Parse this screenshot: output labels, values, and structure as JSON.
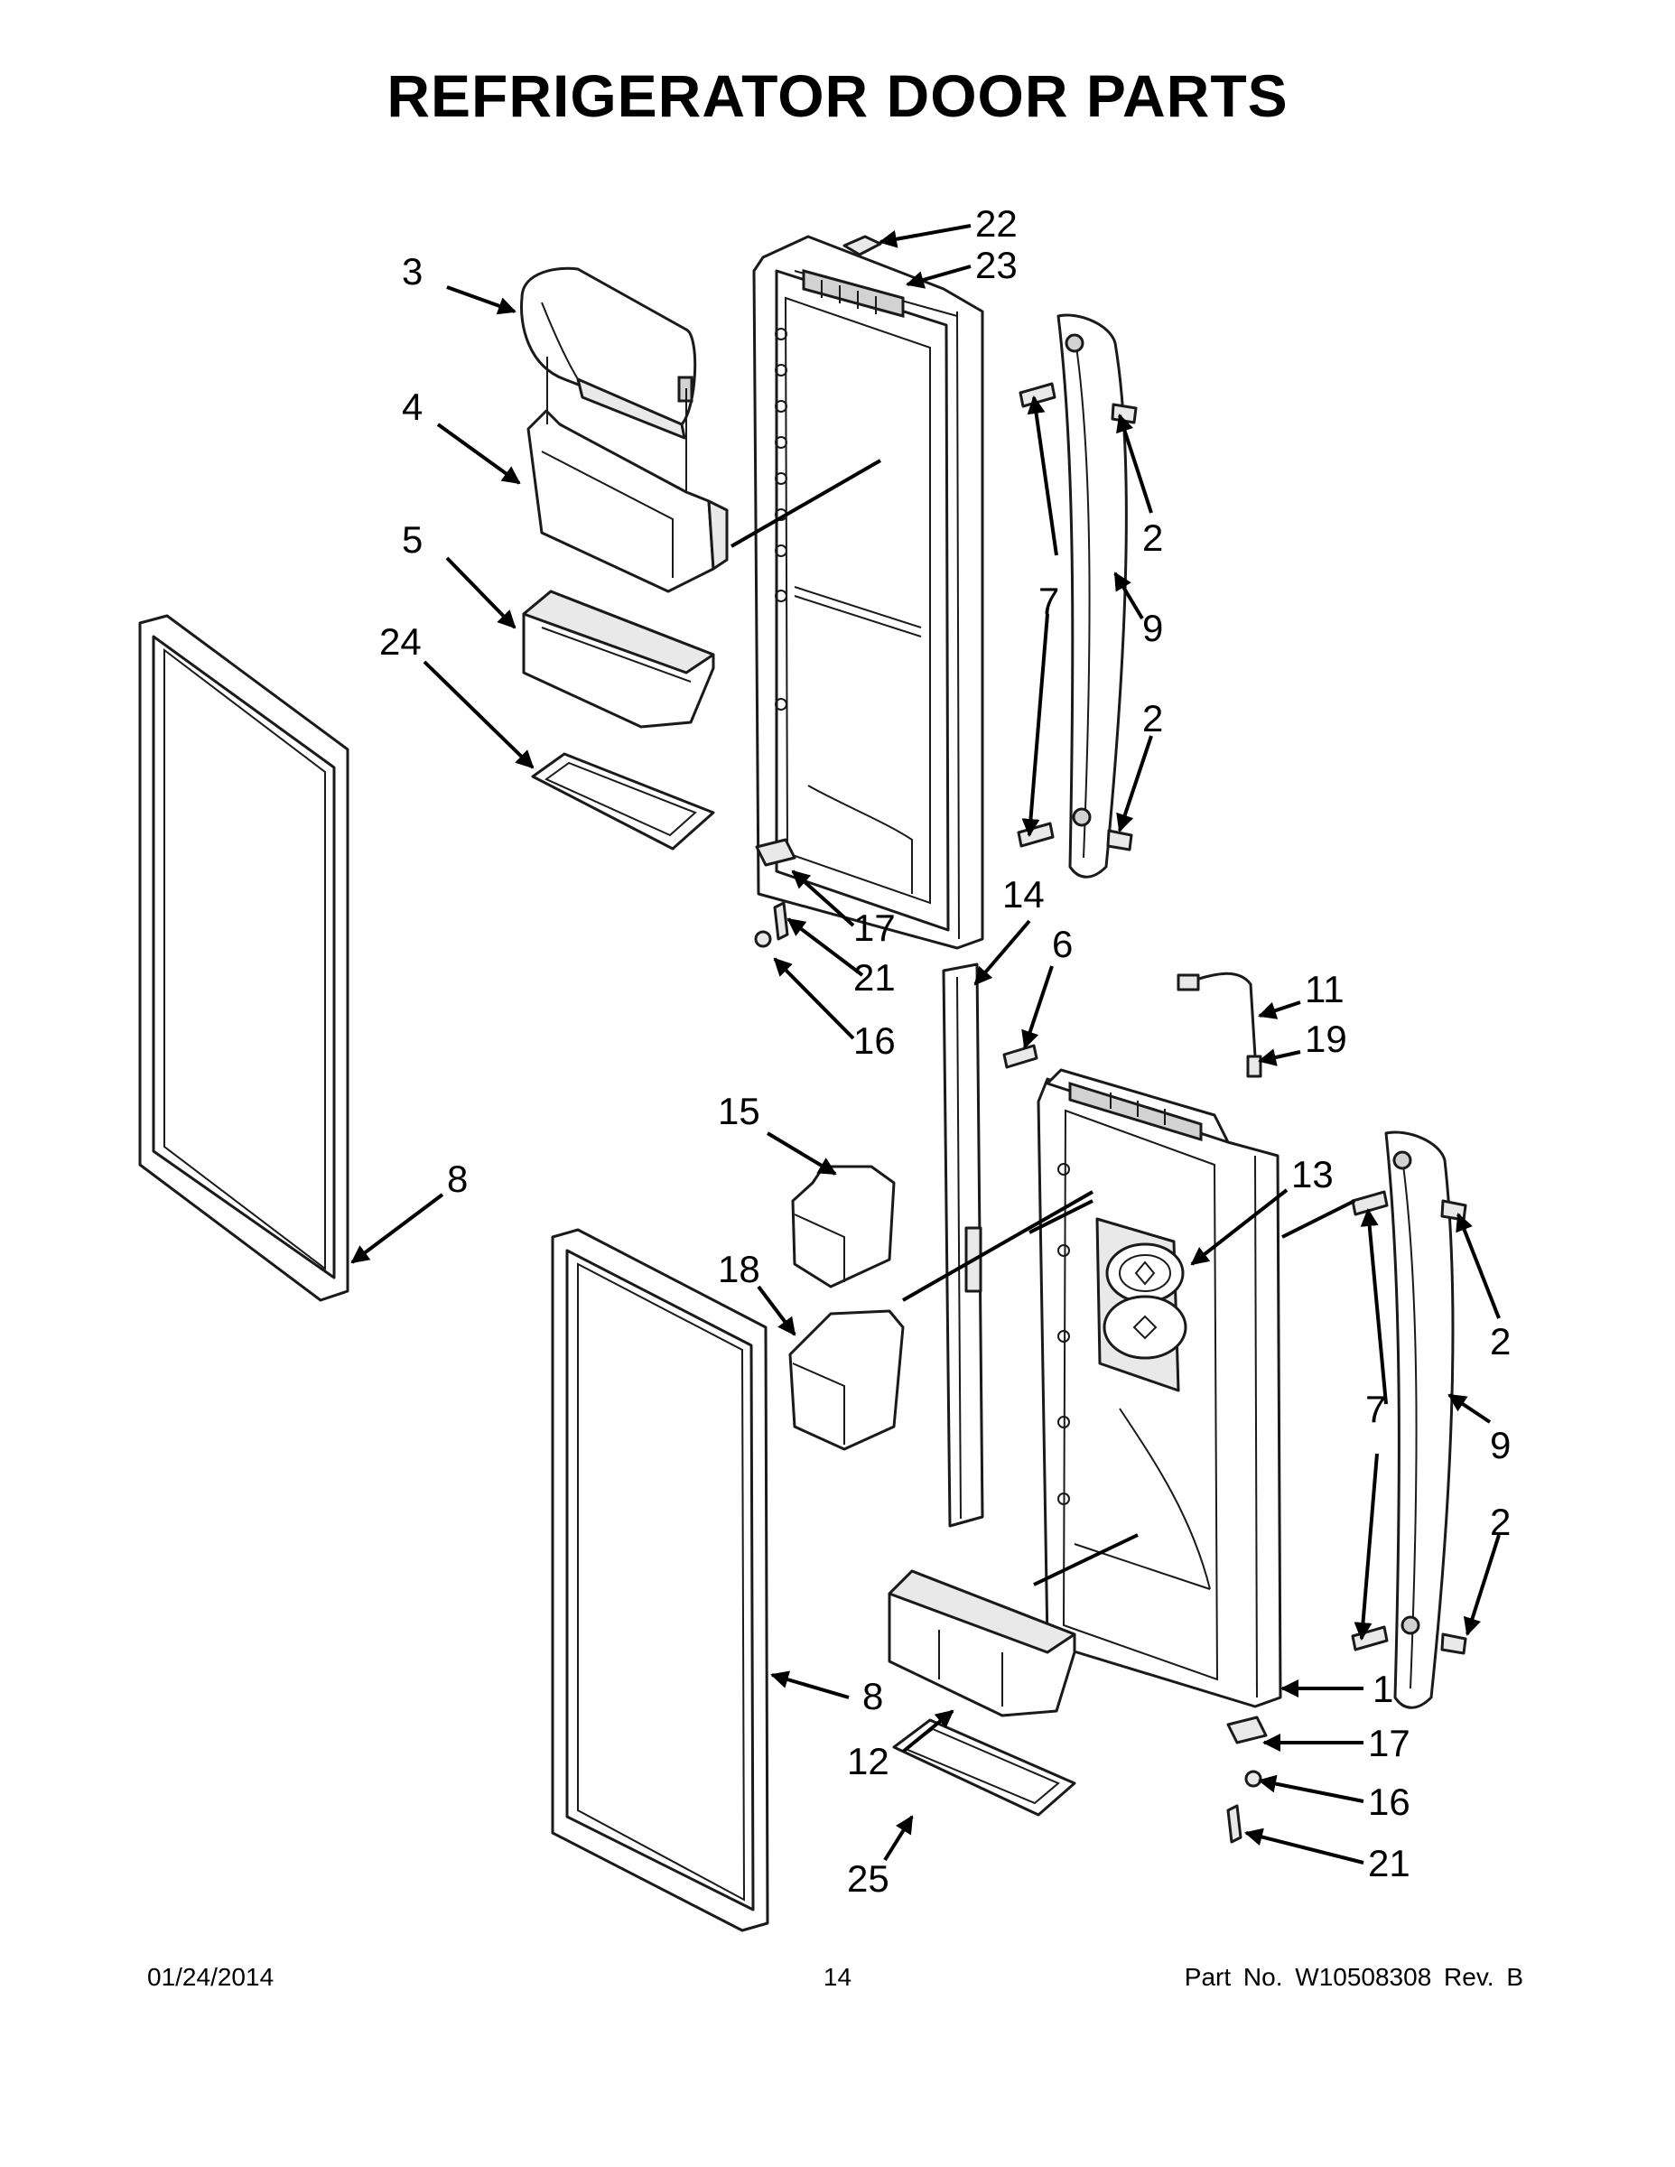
{
  "title": "REFRIGERATOR DOOR PARTS",
  "callouts": [
    "22",
    "23",
    "3",
    "4",
    "5",
    "24",
    "2",
    "7",
    "9",
    "2",
    "17",
    "21",
    "16",
    "14",
    "6",
    "11",
    "19",
    "15",
    "13",
    "8",
    "18",
    "2",
    "7",
    "9",
    "2",
    "1",
    "8",
    "12",
    "17",
    "16",
    "25",
    "21"
  ],
  "footer": {
    "date": "01/24/2014",
    "page_number": "14",
    "part_number": "Part No.  W10508308  Rev.  B"
  }
}
